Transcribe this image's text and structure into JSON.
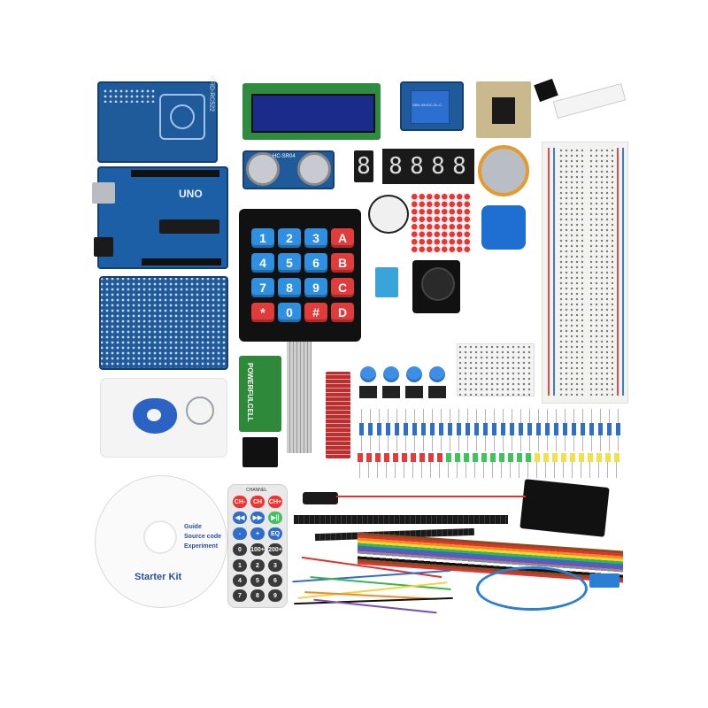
{
  "image": {
    "labels": {
      "rfid_module": "RFID-RC522",
      "arduino_board": "UNO",
      "ultrasonic": "HC-SR04",
      "relay": "SRD-05VDC-SL-C",
      "battery": "POWERFULCELL",
      "remote_top": "CHANNEL",
      "seven_segment": "8.8.8.8.8"
    },
    "keypad_keys": [
      "1",
      "2",
      "3",
      "A",
      "4",
      "5",
      "6",
      "B",
      "7",
      "8",
      "9",
      "C",
      "*",
      "0",
      "#",
      "D"
    ],
    "remote_keys": [
      "CH-",
      "CH",
      "CH+",
      "◀◀",
      "▶▶",
      "▶||",
      "-",
      "+",
      "EQ",
      "0",
      "100+",
      "200+",
      "1",
      "2",
      "3",
      "4",
      "5",
      "6",
      "7",
      "8",
      "9"
    ],
    "cd": {
      "lines": [
        "Guide",
        "Source code",
        "Experiment"
      ],
      "title": "Starter Kit"
    },
    "colors": {
      "pcb_blue": "#1f5a9a",
      "keypad_blue": "#2f8fe0",
      "keypad_red": "#e23b3b",
      "breadboard": "#f2f2ee",
      "usb_cable": "#2a7fd4"
    }
  }
}
